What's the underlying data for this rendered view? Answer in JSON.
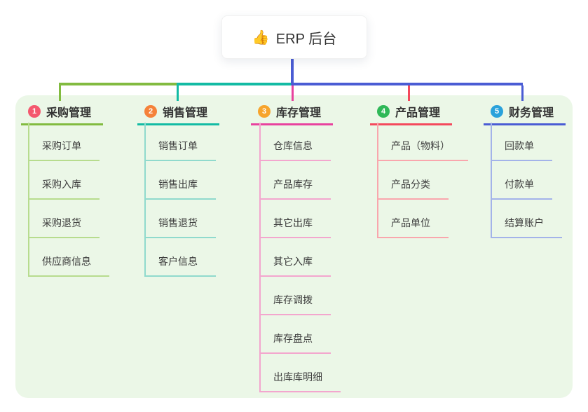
{
  "root": {
    "emoji": "👍",
    "label": "ERP 后台"
  },
  "branches": [
    {
      "num": "1",
      "label": "采购管理",
      "children": [
        "采购订单",
        "采购入库",
        "采购退货",
        "供应商信息"
      ]
    },
    {
      "num": "2",
      "label": "销售管理",
      "children": [
        "销售订单",
        "销售出库",
        "销售退货",
        "客户信息"
      ]
    },
    {
      "num": "3",
      "label": "库存管理",
      "children": [
        "仓库信息",
        "产品库存",
        "其它出库",
        "其它入库",
        "库存调拨",
        "库存盘点",
        "出库库明细"
      ]
    },
    {
      "num": "4",
      "label": "产品管理",
      "children": [
        "产品（物料）",
        "产品分类",
        "产品单位"
      ]
    },
    {
      "num": "5",
      "label": "财务管理",
      "children": [
        "回款单",
        "付款单",
        "结算账户"
      ]
    }
  ],
  "colors": {
    "green": "#82bb40",
    "green-light": "#b7dc8e",
    "teal": "#13bba4",
    "teal-light": "#90dacd",
    "magenta": "#e8429e",
    "magenta-light": "#f3a6ce",
    "red": "#f4495c",
    "red-light": "#f9a6ad",
    "blue": "#4a5cd4",
    "blue-light": "#a3b3e9",
    "badge1": "#f4586e",
    "badge2": "#f5823a",
    "badge3": "#f7a42c",
    "badge4": "#2fb858",
    "badge5": "#2aa2db",
    "panel": "#ebf7e7",
    "text": "#333333",
    "child-text": "#3d3d3d",
    "card-bg": "#ffffff"
  }
}
